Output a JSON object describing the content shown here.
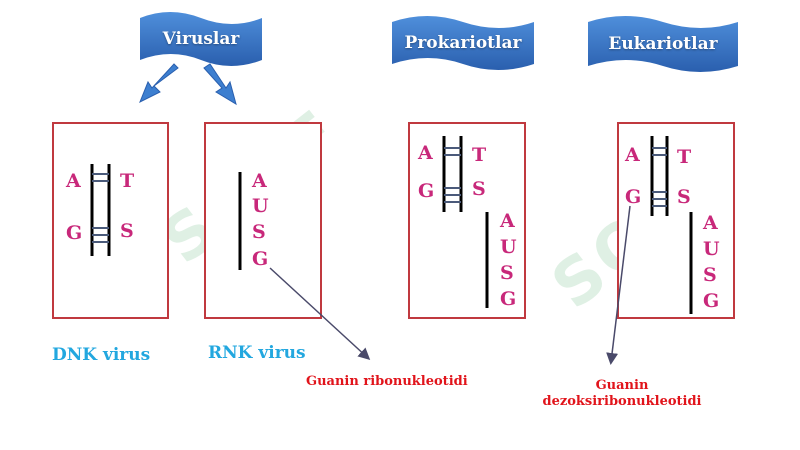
{
  "banners": {
    "viruslar": "Viruslar",
    "prokariotlar": "Prokariotlar",
    "eukariotlar": "Eukariotlar"
  },
  "dnk_virus": {
    "caption": "DNK virus",
    "left_bases": [
      "A",
      "G"
    ],
    "right_bases": [
      "T",
      "S"
    ]
  },
  "rnk_virus": {
    "caption": "RNK virus",
    "bases": [
      "A",
      "U",
      "S",
      "G"
    ]
  },
  "prokariot": {
    "left_bases": [
      "A",
      "G"
    ],
    "right_bases": [
      "T",
      "S"
    ],
    "rna_bases": [
      "A",
      "U",
      "S",
      "G"
    ]
  },
  "eukariot": {
    "left_bases": [
      "A",
      "G"
    ],
    "right_bases": [
      "T",
      "S"
    ],
    "rna_bases": [
      "A",
      "U",
      "S",
      "G"
    ]
  },
  "annotations": {
    "ribo": "Guanin ribonukleotidi",
    "dezoksi_line1": "Guanin",
    "dezoksi_line2": "dezoksiribonukleotidi"
  },
  "watermark": "SOFF",
  "colors": {
    "banner": "#2f6fbf",
    "box_border": "#c0393f",
    "nucleotide": "#c8287a",
    "caption_blue": "#22a7df",
    "caption_red": "#e1141b",
    "arrow": "#3d7fd0"
  }
}
